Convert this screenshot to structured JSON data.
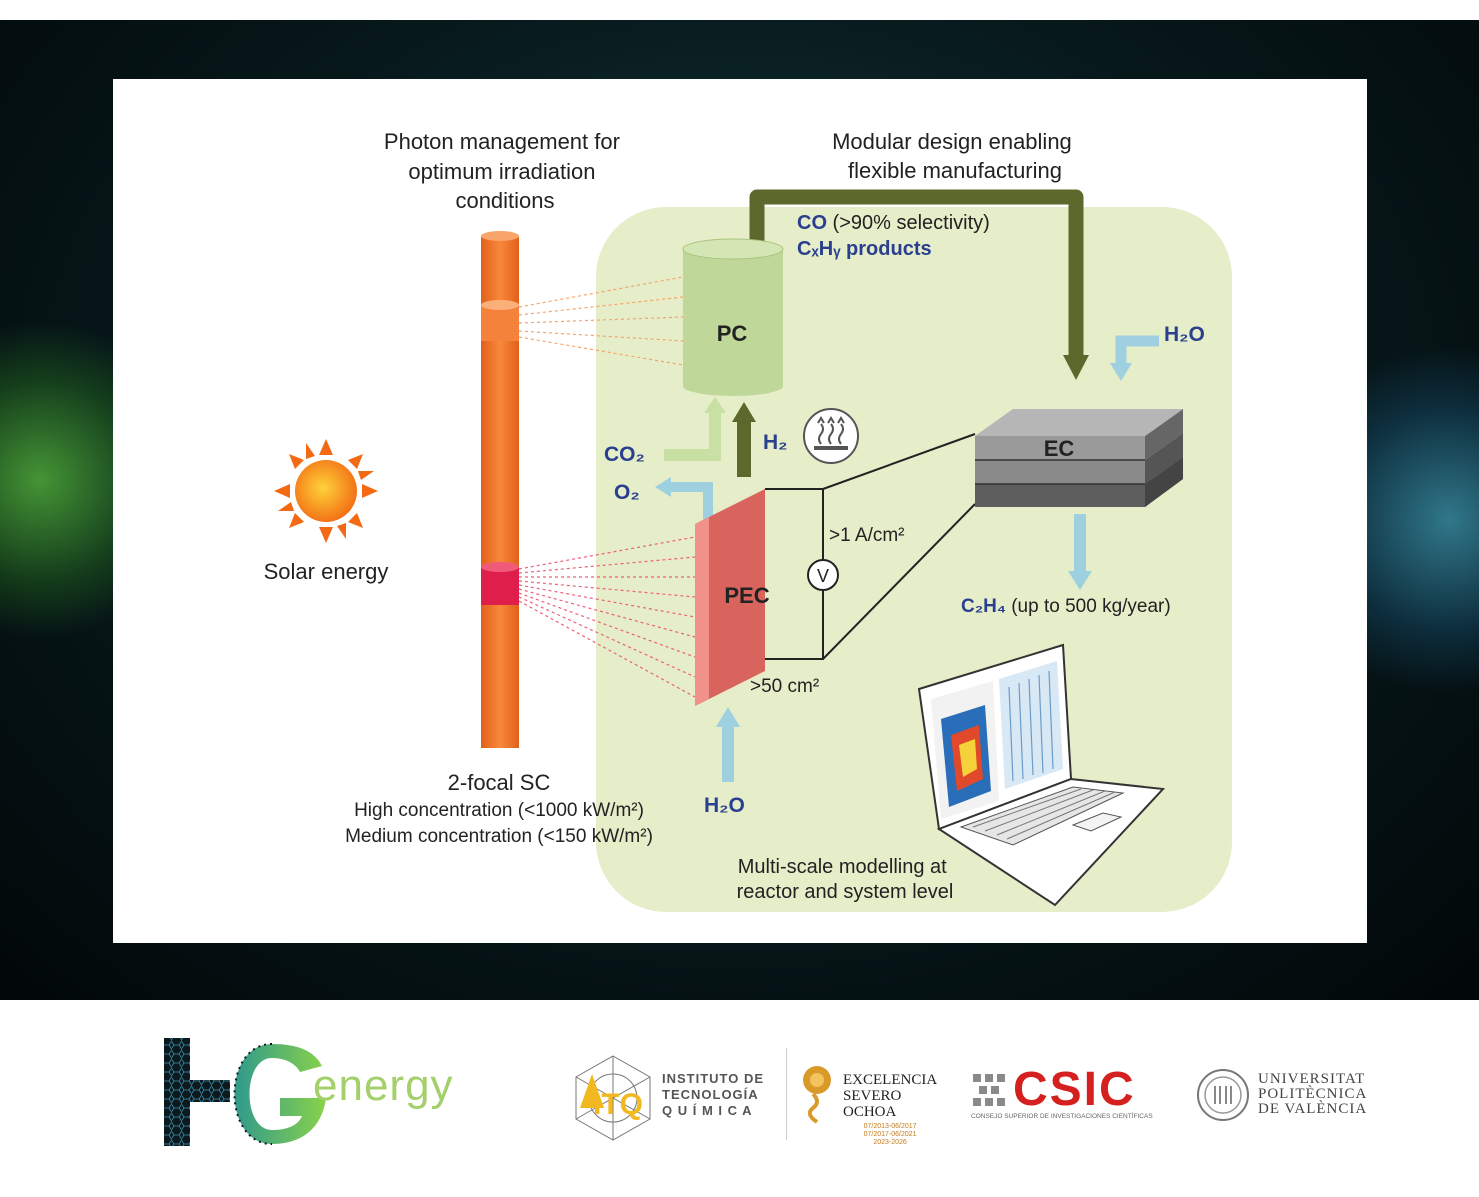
{
  "diagram": {
    "top_label_left": [
      "Photon management for",
      "optimum irradiation",
      "conditions"
    ],
    "top_label_right": [
      "Modular design enabling",
      "flexible manufacturing"
    ],
    "solar_label": "Solar energy",
    "concentrator": {
      "title": "2-focal SC",
      "line1": "High concentration (<1000 kW/m²)",
      "line2": "Medium concentration (<150 kW/m²)"
    },
    "pc_label": "PC",
    "pec_label": "PEC",
    "ec_label": "EC",
    "voltmeter_label": "V",
    "co_line_bold": "CO",
    "co_line_rest": " (>90% selectivity)",
    "cxhy_line": "CₓHᵧ products",
    "h2_label": "H₂",
    "co2_label": "CO₂",
    "o2_label": "O₂",
    "h2o_pec_label": "H₂O",
    "h2o_ec_label": "H₂O",
    "current_label": ">1 A/cm²",
    "area_label": ">50 cm²",
    "c2h4_bold": "C₂H₄",
    "c2h4_rest": " (up to 500 kg/year)",
    "modelling": [
      "Multi-scale modelling at",
      "reactor and system level"
    ]
  },
  "footer": {
    "hg_logo_letters": "HG",
    "hg_logo_word": "energy",
    "itq_monogram": "ITQ",
    "itq_lines": [
      "INSTITUTO DE",
      "TECNOLOGÍA",
      "Q U Í M I C A"
    ],
    "severo_lines": [
      "EXCELENCIA",
      "SEVERO",
      "OCHOA"
    ],
    "severo_dates": [
      "07/2013-06/2017",
      "07/2017-06/2021",
      "2023-2026"
    ],
    "csic_word": "CSIC",
    "csic_sub": "CONSEJO SUPERIOR DE INVESTIGACIONES CIENTÍFICAS",
    "upv_lines": [
      "UNIVERSITAT",
      "POLITÈCNICA",
      "DE VALÈNCIA"
    ]
  },
  "colors": {
    "panel_bg": "#e6edc9",
    "pipe": "#f47a2a",
    "pc_fill": "#bfd89a",
    "pec_fill": "#e8786e",
    "dark_arrow": "#5b6a2c",
    "light_arrow": "#9ed0df",
    "blue_text": "#2a3f8f",
    "csic_red": "#d4201f"
  }
}
